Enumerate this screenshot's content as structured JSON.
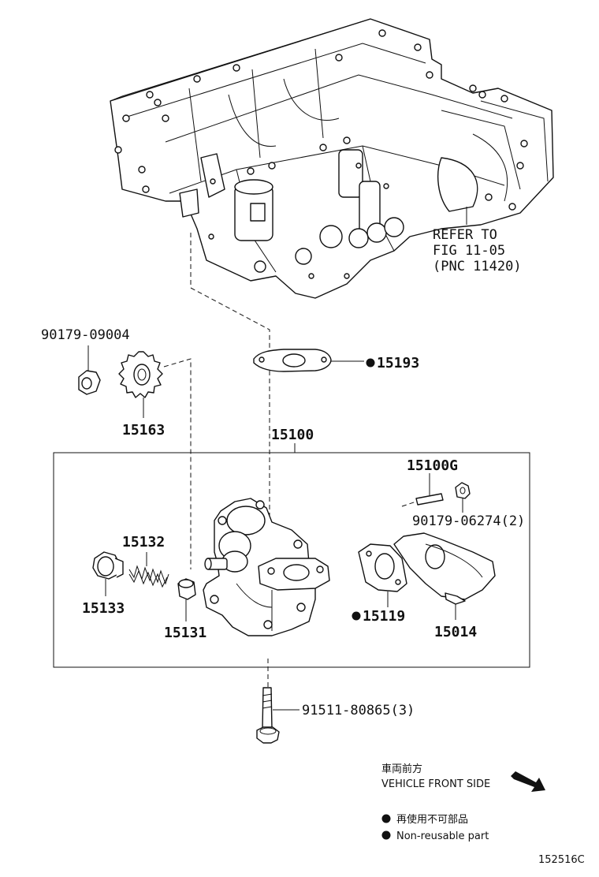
{
  "refer": {
    "line1": "REFER TO",
    "line2": "FIG 11-05",
    "line3": "(PNC 11420)"
  },
  "labels": {
    "p90179_09004": "90179-09004",
    "p15163": "15163",
    "p15193": "15193",
    "p15100": "15100",
    "p15100G": "15100G",
    "p90179_06274": "90179-06274(2)",
    "p15132": "15132",
    "p15133": "15133",
    "p15131": "15131",
    "p15119": "15119",
    "p15014": "15014",
    "p91511_80865": "91511-80865(3)"
  },
  "legend": {
    "front_jp": "車両前方",
    "front_en": "VEHICLE FRONT SIDE",
    "nonreuse_jp": "再使用不可部品",
    "nonreuse_en": "Non-reusable part"
  },
  "figure_id": "152516C"
}
